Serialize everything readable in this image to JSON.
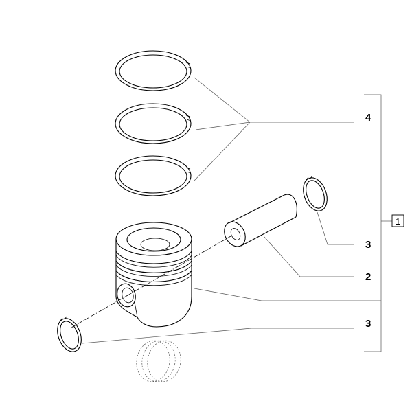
{
  "callouts": {
    "rings": "4",
    "circlip_upper": "3",
    "pin": "2",
    "circlip_lower": "3",
    "assembly": "1"
  },
  "parts": [
    {
      "ref": "1",
      "name": "piston-assembly"
    },
    {
      "ref": "2",
      "name": "piston-pin"
    },
    {
      "ref": "3",
      "name": "circlip"
    },
    {
      "ref": "4",
      "name": "piston-ring-set"
    }
  ]
}
